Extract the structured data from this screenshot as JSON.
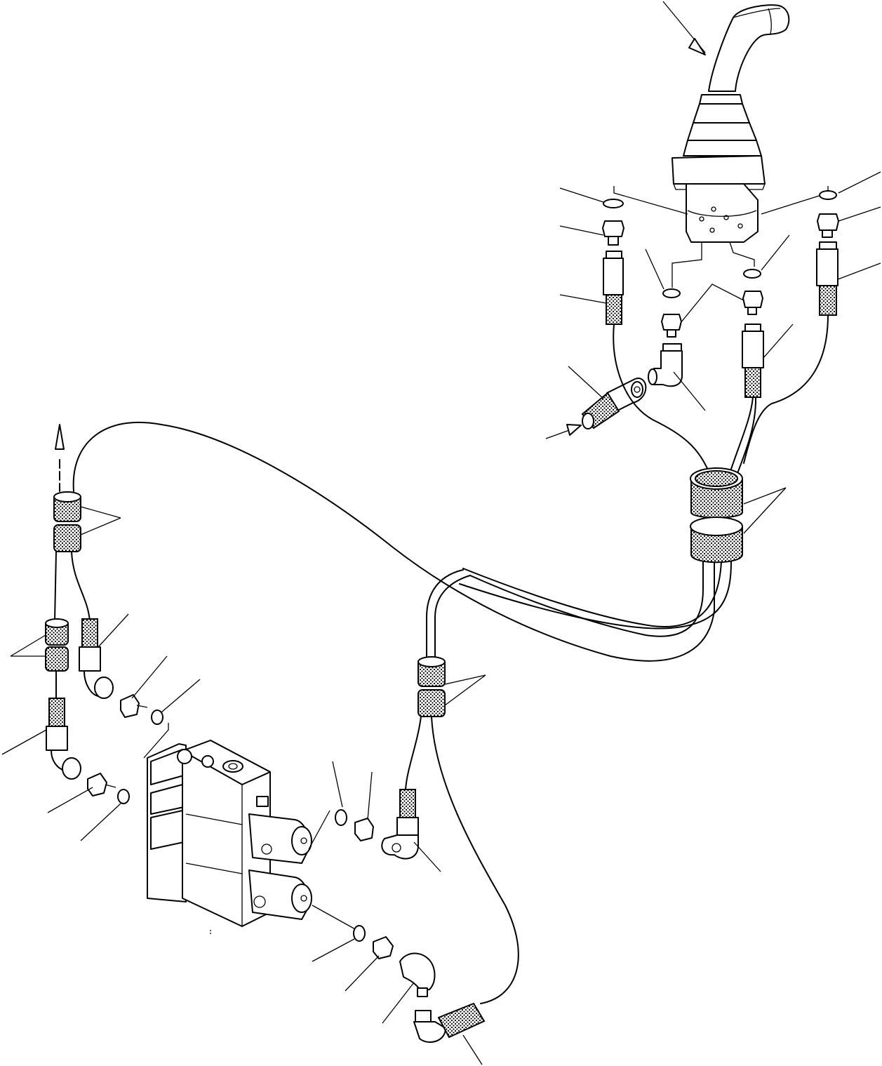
{
  "diagram": {
    "kind": "hydraulic-pilot-piping-exploded-view",
    "components": [
      {
        "name": "joystick-lever"
      },
      {
        "name": "pilot-valve-body"
      },
      {
        "name": "control-valve-block"
      },
      {
        "name": "hose-clamps"
      },
      {
        "name": "pilot-hoses"
      },
      {
        "name": "connector-fittings"
      },
      {
        "name": "elbow-fittings"
      },
      {
        "name": "o-rings"
      }
    ],
    "colors": {
      "line": "#000000",
      "background": "#ffffff",
      "knurl-dots": "#000000"
    }
  }
}
